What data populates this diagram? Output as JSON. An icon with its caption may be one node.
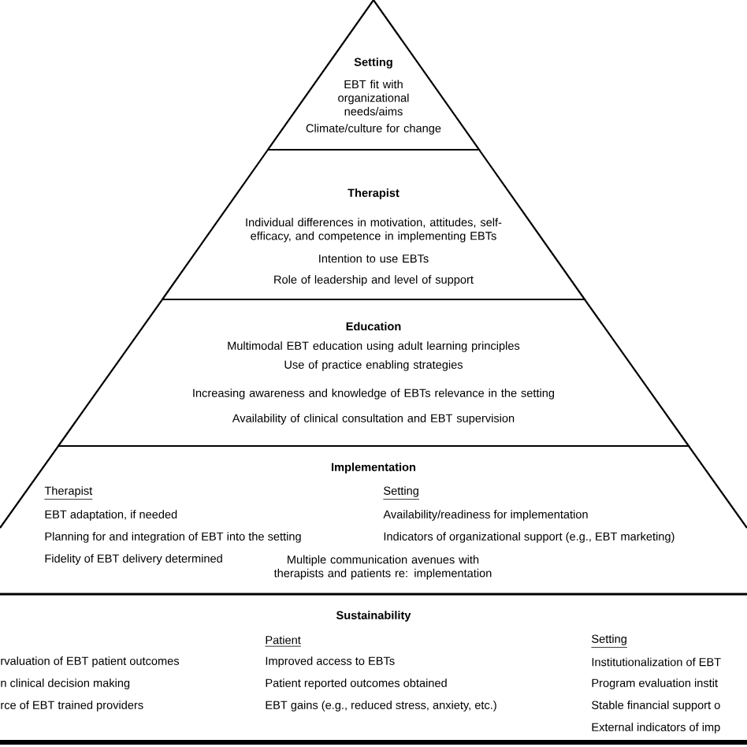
{
  "diagram": {
    "nodes": [
      {
        "text": [
          "Setting",
          "EBT fit with organizational needs/aims",
          "Climate/culture for change"
        ]
      },
      {
        "text": [
          "Therapist",
          "Individual differences in motivation, attitudes, self-efficacy, and competence in implementing EBTs",
          "Intention to use EBTs",
          "Role of leadership and level of support"
        ]
      },
      {
        "text": [
          "Education",
          "Multimodal EBT education using adult learning principles",
          "Use of practice enabling strategies",
          "Increasing awareness and knowledge of EBTs relevance in the setting",
          "Availability of clinical consultation and EBT supervision"
        ]
      },
      {
        "text": [
          "Implementation",
          "Therapist",
          "EBT adaptation, if needed",
          "Planning for and integration of EBT into the setting",
          "Fidelity of EBT delivery determined",
          "Setting",
          "Availability/readiness for implementation",
          "Indicators of organizational support (e.g., EBT marketing)",
          "Multiple communication avenues with therapists and patients re: implementation"
        ]
      },
      {
        "text": [
          "Sustainability",
          "rvaluation of EBT patient outcomes",
          "n clinical decision making",
          "rce of EBT trained providers",
          "Patient",
          "Improved access to EBTs",
          "Patient reported outcomes obtained",
          "EBT gains (e.g., reduced stress, anxiety, etc.)",
          "Setting",
          "Institutionalization of EBT",
          "Program evaluation instit",
          "Stable financial support o",
          "External indicators of imp"
        ]
      }
    ]
  }
}
